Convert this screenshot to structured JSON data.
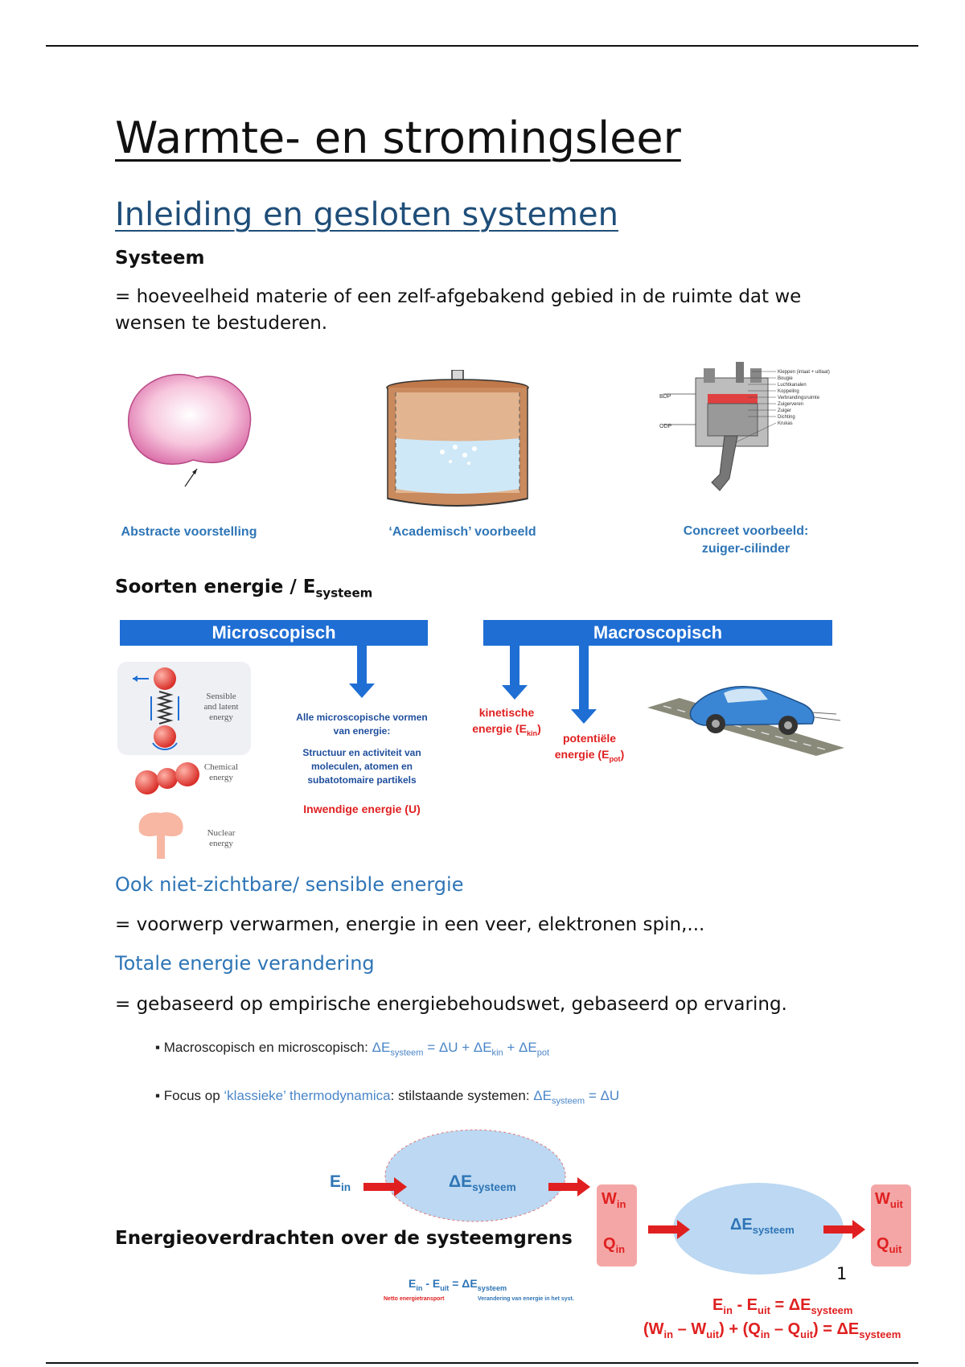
{
  "title": "Warmte- en stromingsleer",
  "section": "Inleiding en gesloten systemen",
  "systeem": {
    "heading": "Systeem",
    "definition_line1": "= hoeveelheid materie of een zelf-afgebakend gebied in de ruimte dat we",
    "definition_line2": "wensen te bestuderen."
  },
  "figures": {
    "abstract": "Abstracte voorstelling",
    "academic": "‘Academisch’ voorbeeld",
    "concrete_line1": "Concreet voorbeeld:",
    "concrete_line2": "zuiger-cilinder",
    "engine_labels": [
      "Kleppen (inlaat + uitlaat)",
      "Bougie",
      "Luchtkanalen",
      "Koppeling",
      "Verbrandingsruimte",
      "Zuigerveren",
      "Zuiger",
      "Dichting",
      "Krukas"
    ],
    "tdc": "BDP",
    "bdc": "ODP"
  },
  "energy": {
    "heading_main": "Soorten energie / E",
    "heading_sub": "systeem",
    "micro": "Microscopisch",
    "macro": "Macroscopisch",
    "sensible_line1": "Sensible",
    "sensible_line2": "and latent",
    "sensible_line3": "energy",
    "chemical_line1": "Chemical",
    "chemical_line2": "energy",
    "nuclear_line1": "Nuclear",
    "nuclear_line2": "energy",
    "micro_desc1_line1": "Alle microscopische vormen",
    "micro_desc1_line2": "van energie:",
    "micro_desc2_line1": "Structuur en activiteit van",
    "micro_desc2_line2": "moleculen, atomen en",
    "micro_desc2_line3": "subatotomaire partikels",
    "internal": "Inwendige energie (U)",
    "kin_line1": "kinetische",
    "kin_line2": "energie (E",
    "kin_sub": "kin",
    "pot_line1": "potentiële",
    "pot_line2": "energie (E",
    "pot_sub": "pot"
  },
  "sensible": {
    "heading": "Ook niet-zichtbare/ sensible energie",
    "text": "= voorwerp verwarmen, energie in een veer, elektronen spin,..."
  },
  "total": {
    "heading": "Totale energie verandering",
    "text": "= gebaseerd op empirische energiebehoudswet, gebaseerd op ervaring.",
    "bullet1_prefix": "Macroscopisch en microscopisch: ",
    "bullet1_formula": "ΔE",
    "bullet1_sub1": "systeem",
    "bullet1_rest1": " = ΔU + ΔE",
    "bullet1_sub2": "kin",
    "bullet1_rest2": " + ΔE",
    "bullet1_sub3": "pot",
    "bullet2_prefix": "Focus op ",
    "bullet2_blue": "‘klassieke’ thermodynamica",
    "bullet2_mid": ": stilstaande systemen: ",
    "bullet2_formula": "ΔE",
    "bullet2_sub": "systeem",
    "bullet2_rest": " = ΔU"
  },
  "transfer": {
    "heading": "Energieoverdrachten over de systeemgrens",
    "e_in": "E",
    "e_in_sub": "in",
    "delta": "ΔE",
    "delta_sub": "systeem",
    "eq1": "E",
    "eq1_sub1": "in",
    "eq1_mid": " - E",
    "eq1_sub2": "uit",
    "eq1_rest": "  = ΔE",
    "eq1_sub3": "systeem",
    "note1": "Netto energietransport",
    "note2": "Verandering van energie in het syst.",
    "w_in": "W",
    "w_in_sub": "in",
    "q_in": "Q",
    "q_in_sub": "in",
    "w_uit": "W",
    "w_uit_sub": "uit",
    "q_uit": "Q",
    "q_uit_sub": "uit",
    "eq2_a": "E",
    "eq2_a_sub": "in",
    "eq2_b": " - E",
    "eq2_b_sub": "uit",
    "eq2_c": " = ΔE",
    "eq2_c_sub": "systeem",
    "eq3_a": "(W",
    "eq3_a_sub": "in",
    "eq3_b": " – W",
    "eq3_b_sub": "uit",
    "eq3_c": ") + (Q",
    "eq3_c_sub": "in",
    "eq3_d": " – Q",
    "eq3_d_sub": "uit",
    "eq3_e": ") = ΔE",
    "eq3_e_sub": "systeem"
  },
  "page_number": "1",
  "colors": {
    "heading_blue": "#1f4e79",
    "accent_blue": "#2e75b6",
    "bar_blue": "#1f6ed4",
    "red": "#e02020"
  }
}
